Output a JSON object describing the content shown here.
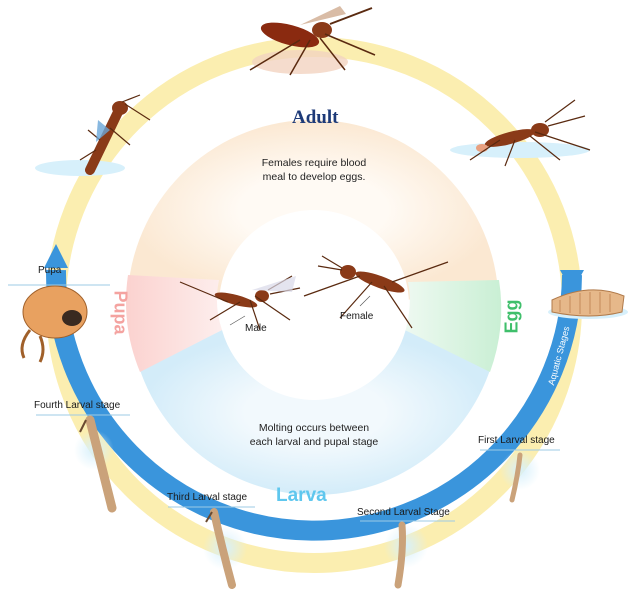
{
  "segments": {
    "adult": "Adult",
    "egg": "Egg",
    "larva": "Larva",
    "pupa": "Pupa"
  },
  "notes": {
    "female_line1": "Females require blood",
    "female_line2": "meal to develop eggs.",
    "molting_line1": "Molting occurs between",
    "molting_line2": "each larval and pupal stage"
  },
  "ring_label": "Aquatic Stages",
  "stage_labels": {
    "pupa": "Pupa",
    "fourth": "Fourth Larval stage",
    "third": "Third Larval stage",
    "second": "Second Larval Stage",
    "first": "First Larval stage",
    "male": "Male",
    "female": "Female"
  },
  "colors": {
    "ring_yellow": "#fbeeb0",
    "ring_blue": "#3a95dc",
    "adult_title": "#1d3a78",
    "pupa_title": "#f4a3a0",
    "egg_title": "#3fbf6b",
    "larva_title": "#5fc7ee",
    "mosquito_body": "#8a3a18"
  }
}
